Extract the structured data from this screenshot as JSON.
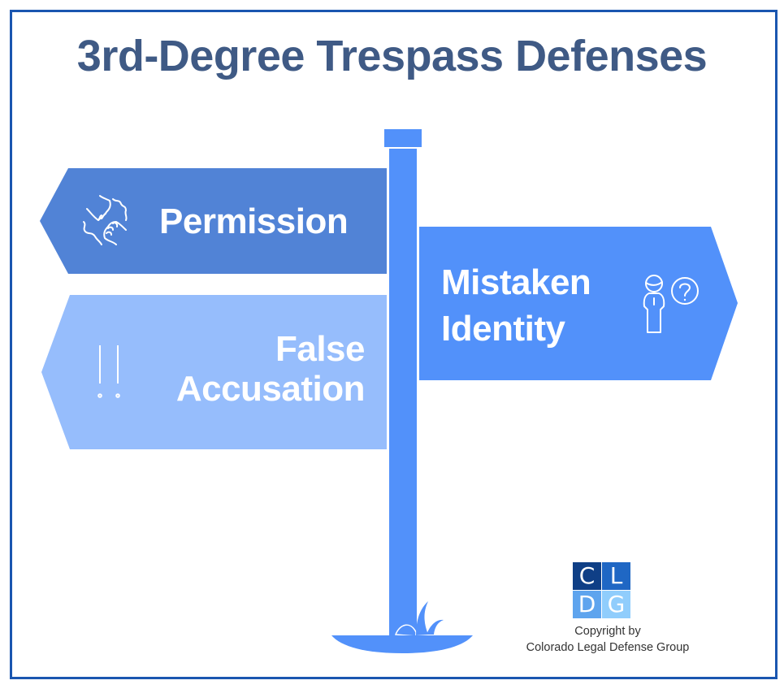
{
  "title": "3rd-Degree Trespass Defenses",
  "colors": {
    "frame_border": "#1a56b0",
    "title": "#3f5a85",
    "pole": "#5291fa",
    "sign_permission": "#5183d6",
    "sign_false_accusation": "#96bdfc",
    "sign_mistaken_identity": "#5291fa",
    "text_on_sign": "#ffffff",
    "logo_c": "#0f3f86",
    "logo_l": "#1f67c4",
    "logo_d": "#5ea4ee",
    "logo_g": "#90cdfc",
    "copyright_text": "#333333"
  },
  "signs": [
    {
      "id": "permission",
      "label": "Permission",
      "direction": "left",
      "icon": "handshake-icon"
    },
    {
      "id": "false-accusation",
      "label_line1": "False",
      "label_line2": "Accusation",
      "direction": "left",
      "icon": "double-exclamation-icon"
    },
    {
      "id": "mistaken-identity",
      "label_line1": "Mistaken",
      "label_line2": "Identity",
      "direction": "right",
      "icon": "person-question-icon"
    }
  ],
  "logo": {
    "letters": [
      "C",
      "L",
      "D",
      "G"
    ]
  },
  "copyright": {
    "line1": "Copyright by",
    "line2": "Colorado Legal Defense Group"
  }
}
